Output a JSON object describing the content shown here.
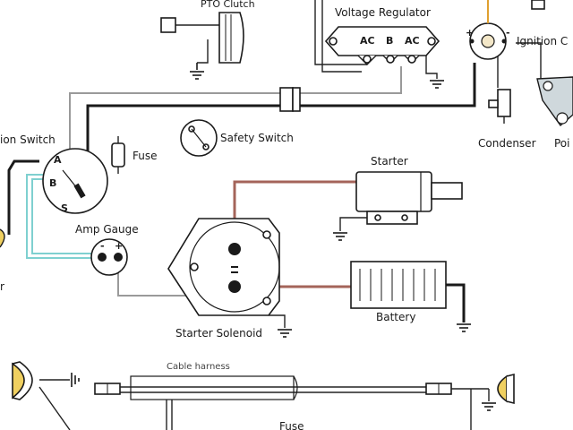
{
  "labels": {
    "pto_clutch": "PTO Clutch",
    "voltage_regulator": "Voltage Regulator",
    "vr_ac_left": "AC",
    "vr_b": "B",
    "vr_ac_right": "AC",
    "ignition_coil": "Ignition C",
    "ignition_switch": "ion Switch",
    "switch_a": "A",
    "switch_b": "B",
    "switch_s": "S",
    "fuse_top": "Fuse",
    "safety_switch": "Safety Switch",
    "condenser": "Condenser",
    "points": "Poi",
    "starter": "Starter",
    "amp_gauge": "Amp Gauge",
    "gauge_minus": "-",
    "gauge_plus": "+",
    "starter_solenoid": "Starter Solenoid",
    "battery": "Battery",
    "cable_harness": "Cable harness",
    "fuse_bottom": "Fuse",
    "left_edge_fragment": "r"
  }
}
